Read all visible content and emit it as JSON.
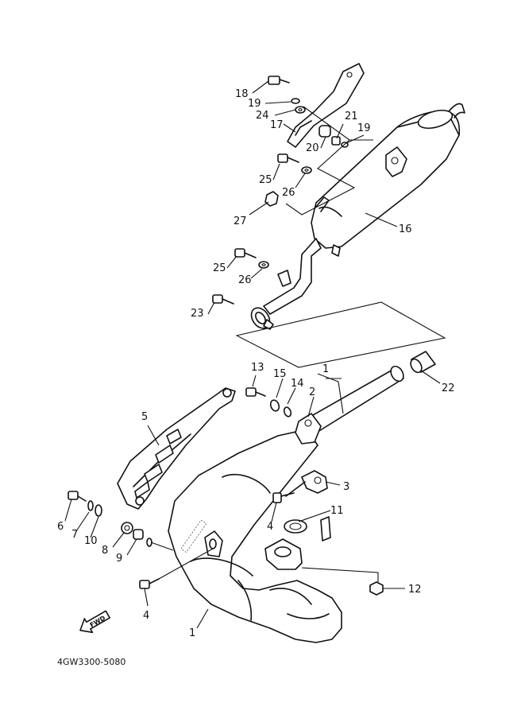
{
  "diagram_code": "4GW3300-5080",
  "fwd_label": "FWD",
  "callouts": {
    "c1a": "1",
    "c1b": "1",
    "c2": "2",
    "c3": "3",
    "c4a": "4",
    "c4b": "4",
    "c5": "5",
    "c6": "6",
    "c7": "7",
    "c8": "8",
    "c9": "9",
    "c10": "10",
    "c11": "11",
    "c12": "12",
    "c13": "13",
    "c14": "14",
    "c15": "15",
    "c16": "16",
    "c17": "17",
    "c18": "18",
    "c19a": "19",
    "c19b": "19",
    "c20": "20",
    "c21": "21",
    "c22": "22",
    "c23": "23",
    "c24": "24",
    "c25a": "25",
    "c25b": "25",
    "c26a": "26",
    "c26b": "26",
    "c27": "27"
  }
}
